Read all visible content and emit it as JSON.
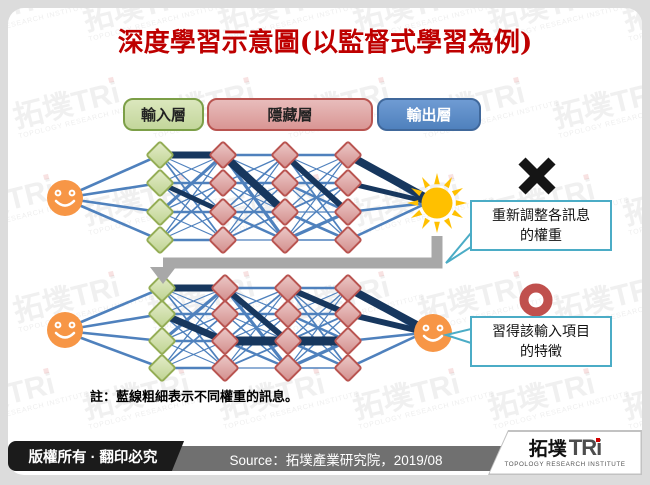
{
  "slide": {
    "title": "深度學習示意圖(以監督式學習為例)"
  },
  "layer_labels": {
    "input": "輸入層",
    "hidden": "隱藏層",
    "output": "輸出層"
  },
  "callouts": {
    "adjust_weights": {
      "line1": "重新調整各訊息",
      "line2": "的權重"
    },
    "learn_features": {
      "line1": "習得該輸入項目",
      "line2": "的特徵"
    }
  },
  "note": "註：藍線粗細表示不同權重的訊息。",
  "result_marks": {
    "wrong": "cross-x",
    "correct": "ring-o"
  },
  "footer": {
    "copyright": "版權所有 · 翻印必究",
    "source": "Source：拓墣產業研究院，2019/08"
  },
  "logo": {
    "cjk": "拓墣",
    "latin": "TRi",
    "subtitle": "TOPOLOGY RESEARCH INSTITUTE"
  },
  "watermark": {
    "cjk": "拓墣",
    "latin": "TRi",
    "subtitle": "TOPOLOGY RESEARCH INSTITUTE"
  },
  "colors": {
    "title_red": "#BE0000",
    "line_blue": "#4F81BD",
    "line_dark": "#17375E",
    "node_green_border": "#94AD55",
    "node_pink_border": "#B95450",
    "smiley_orange": "#F79646",
    "sun_yellow": "#FFC000",
    "cross_black": "#151515",
    "ring_red": "#C0504D",
    "callout_border": "#4BACC6",
    "arrow_gray": "#A8A8A8"
  }
}
